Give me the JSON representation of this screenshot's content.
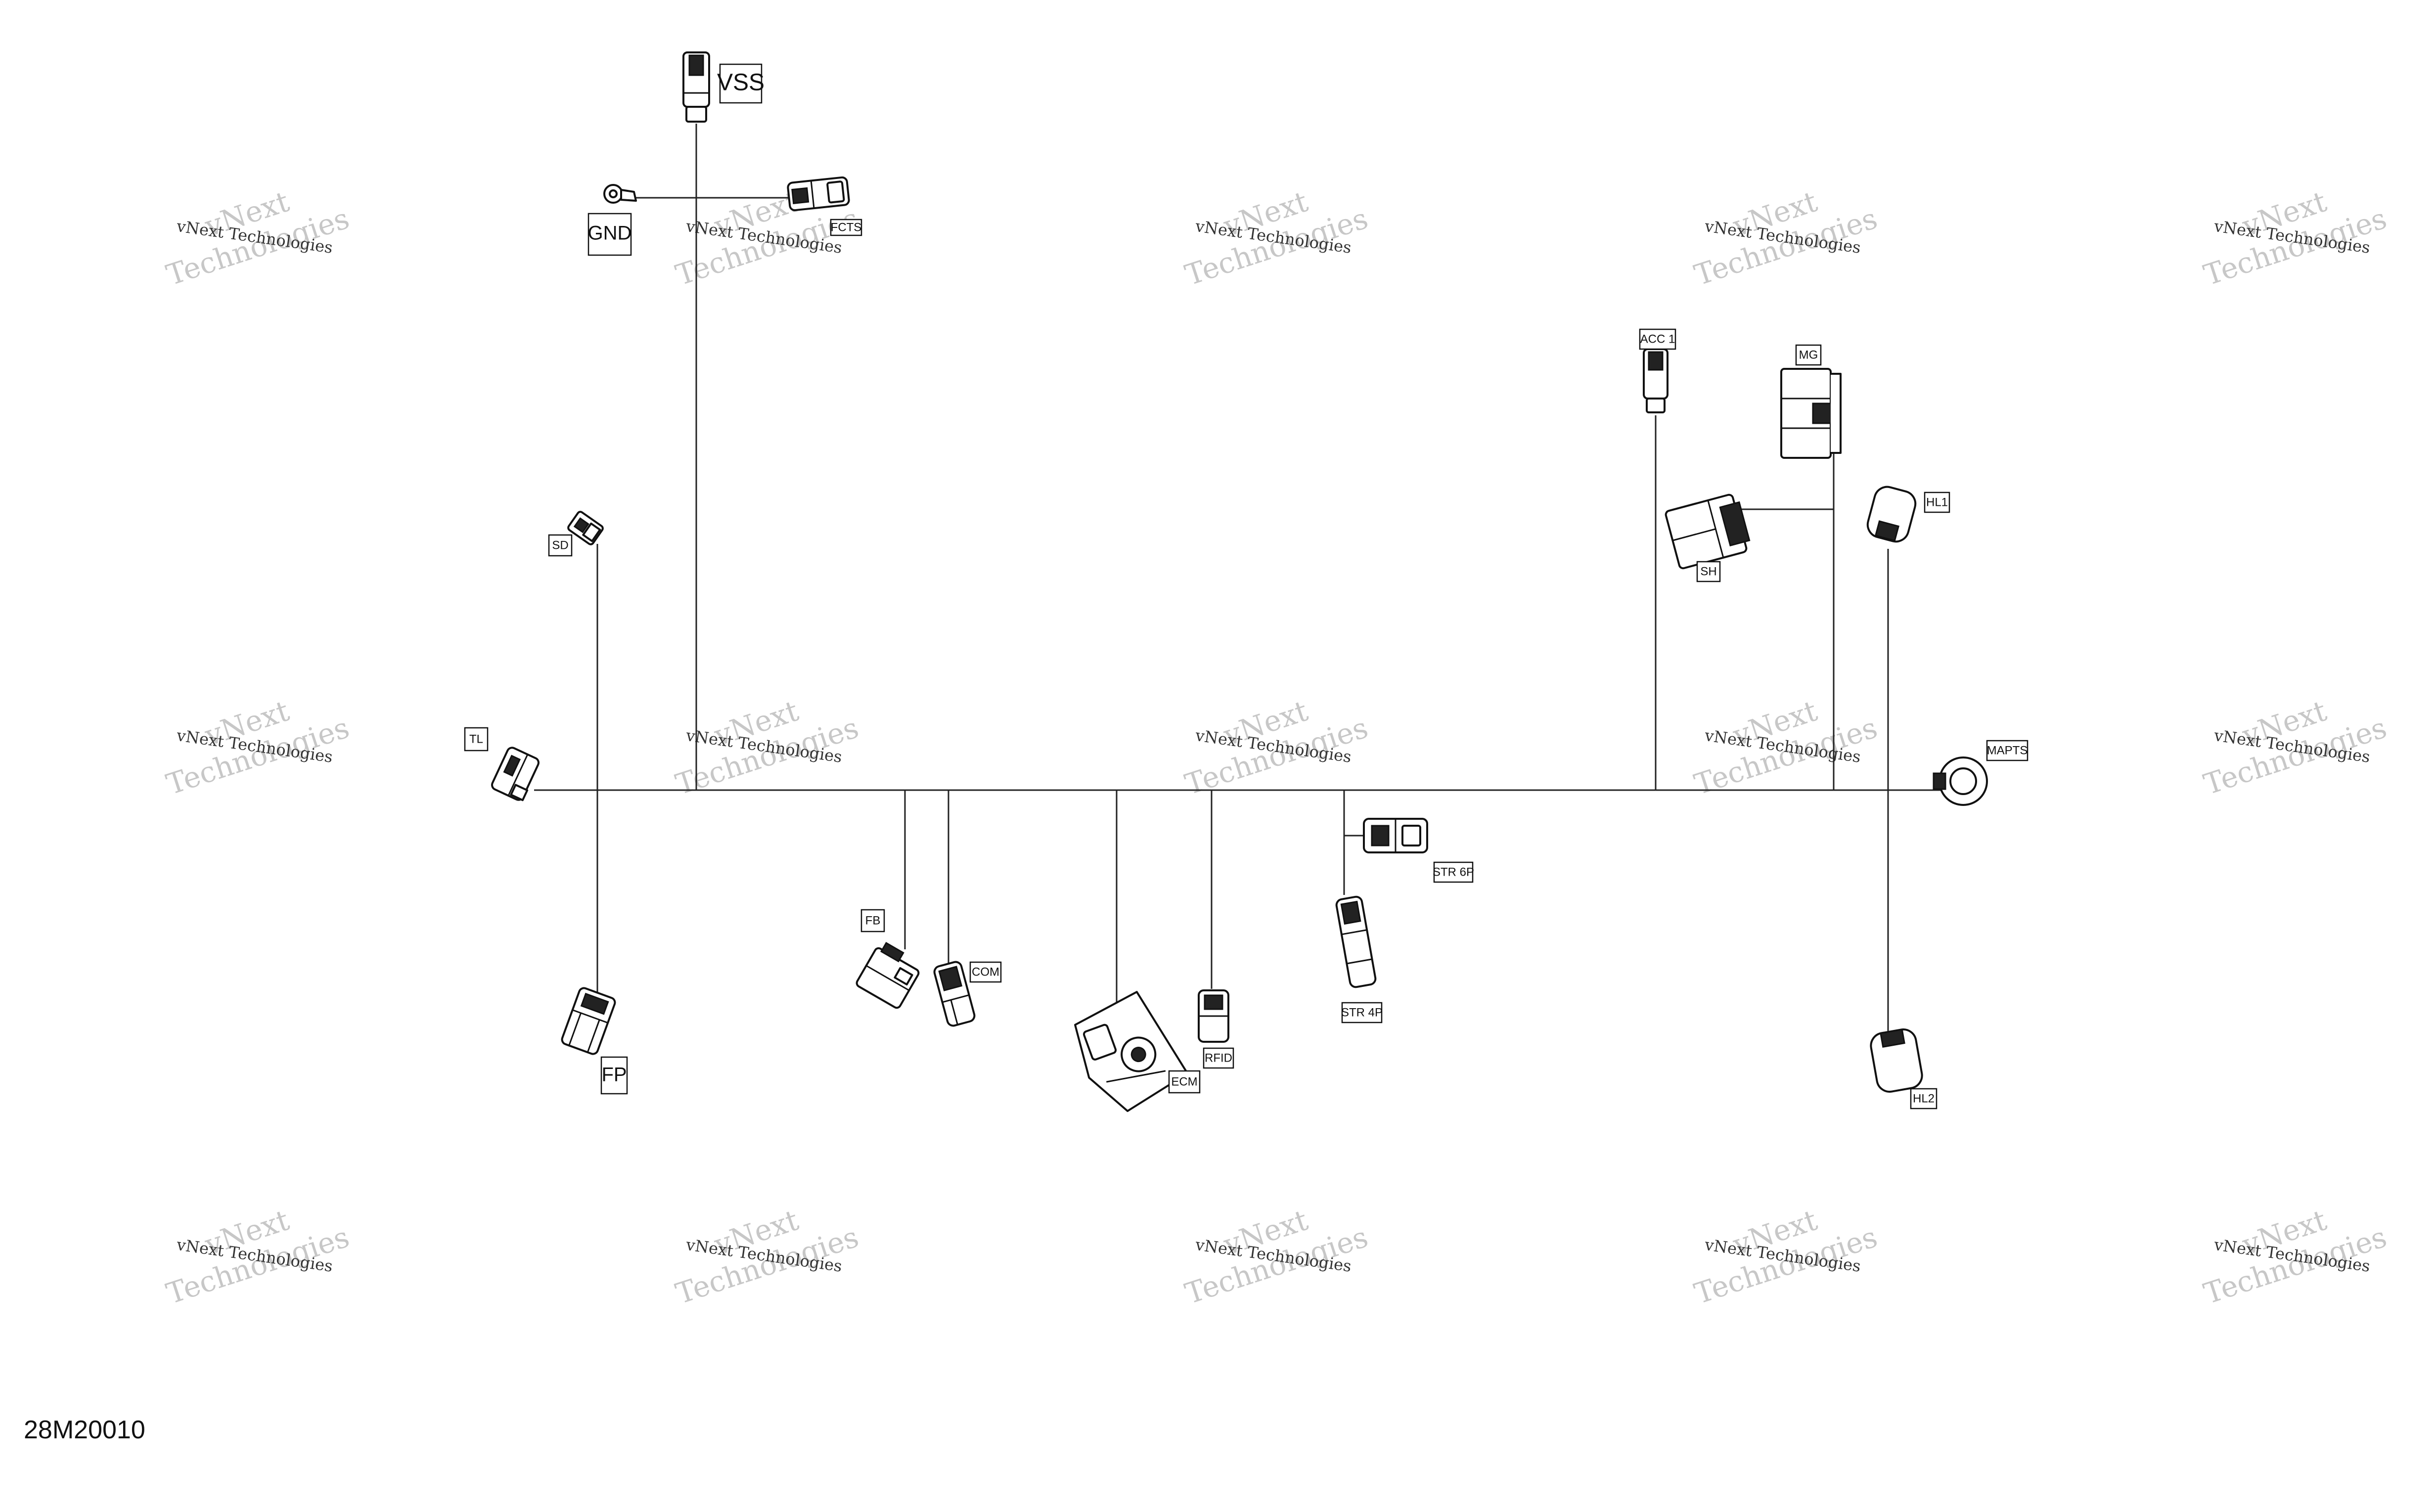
{
  "document": {
    "part_number": "28M20010",
    "watermark": {
      "line1": "vNext Technologies",
      "line2": "vNext",
      "line3": "Technologies"
    }
  },
  "connectors": [
    {
      "id": "vss",
      "label": "VSS"
    },
    {
      "id": "gnd",
      "label": "GND"
    },
    {
      "id": "fcts",
      "label": "FCTS"
    },
    {
      "id": "sd",
      "label": "SD"
    },
    {
      "id": "tl",
      "label": "TL"
    },
    {
      "id": "fp",
      "label": "FP"
    },
    {
      "id": "fb",
      "label": "FB"
    },
    {
      "id": "com",
      "label": "COM"
    },
    {
      "id": "ecm",
      "label": "ECM"
    },
    {
      "id": "rfid",
      "label": "RFID"
    },
    {
      "id": "str6p",
      "label": "STR 6P"
    },
    {
      "id": "str4p",
      "label": "STR 4P"
    },
    {
      "id": "acc1",
      "label": "ACC 1"
    },
    {
      "id": "mg",
      "label": "MG"
    },
    {
      "id": "sh",
      "label": "SH"
    },
    {
      "id": "hl1",
      "label": "HL1"
    },
    {
      "id": "mapts",
      "label": "MAPTS"
    },
    {
      "id": "hl2",
      "label": "HL2"
    }
  ],
  "colors": {
    "line": "#111111",
    "watermark": "#9a9a9a",
    "background": "#ffffff"
  }
}
